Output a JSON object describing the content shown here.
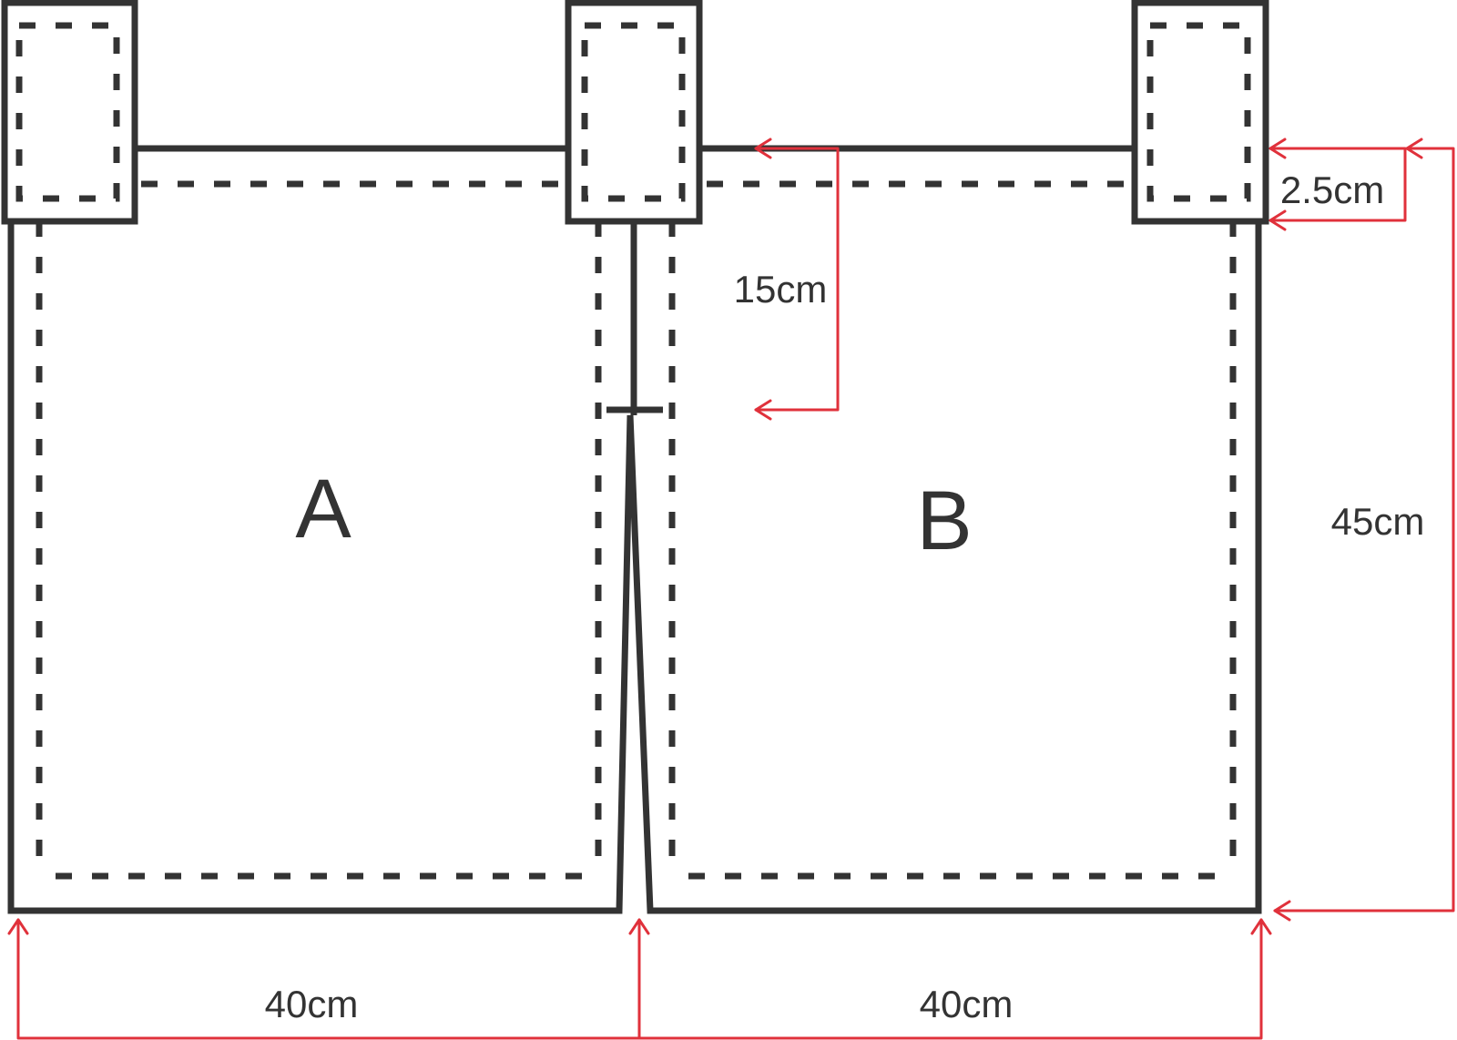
{
  "labels": {
    "panel_a": "A",
    "panel_b": "B"
  },
  "dimensions": {
    "width_left": "40cm",
    "width_right": "40cm",
    "height": "45cm",
    "tab_offset": "2.5cm",
    "slit_length": "15cm"
  },
  "colors": {
    "outline": "#333333",
    "dimension": "#e0313b",
    "background": "#ffffff"
  }
}
